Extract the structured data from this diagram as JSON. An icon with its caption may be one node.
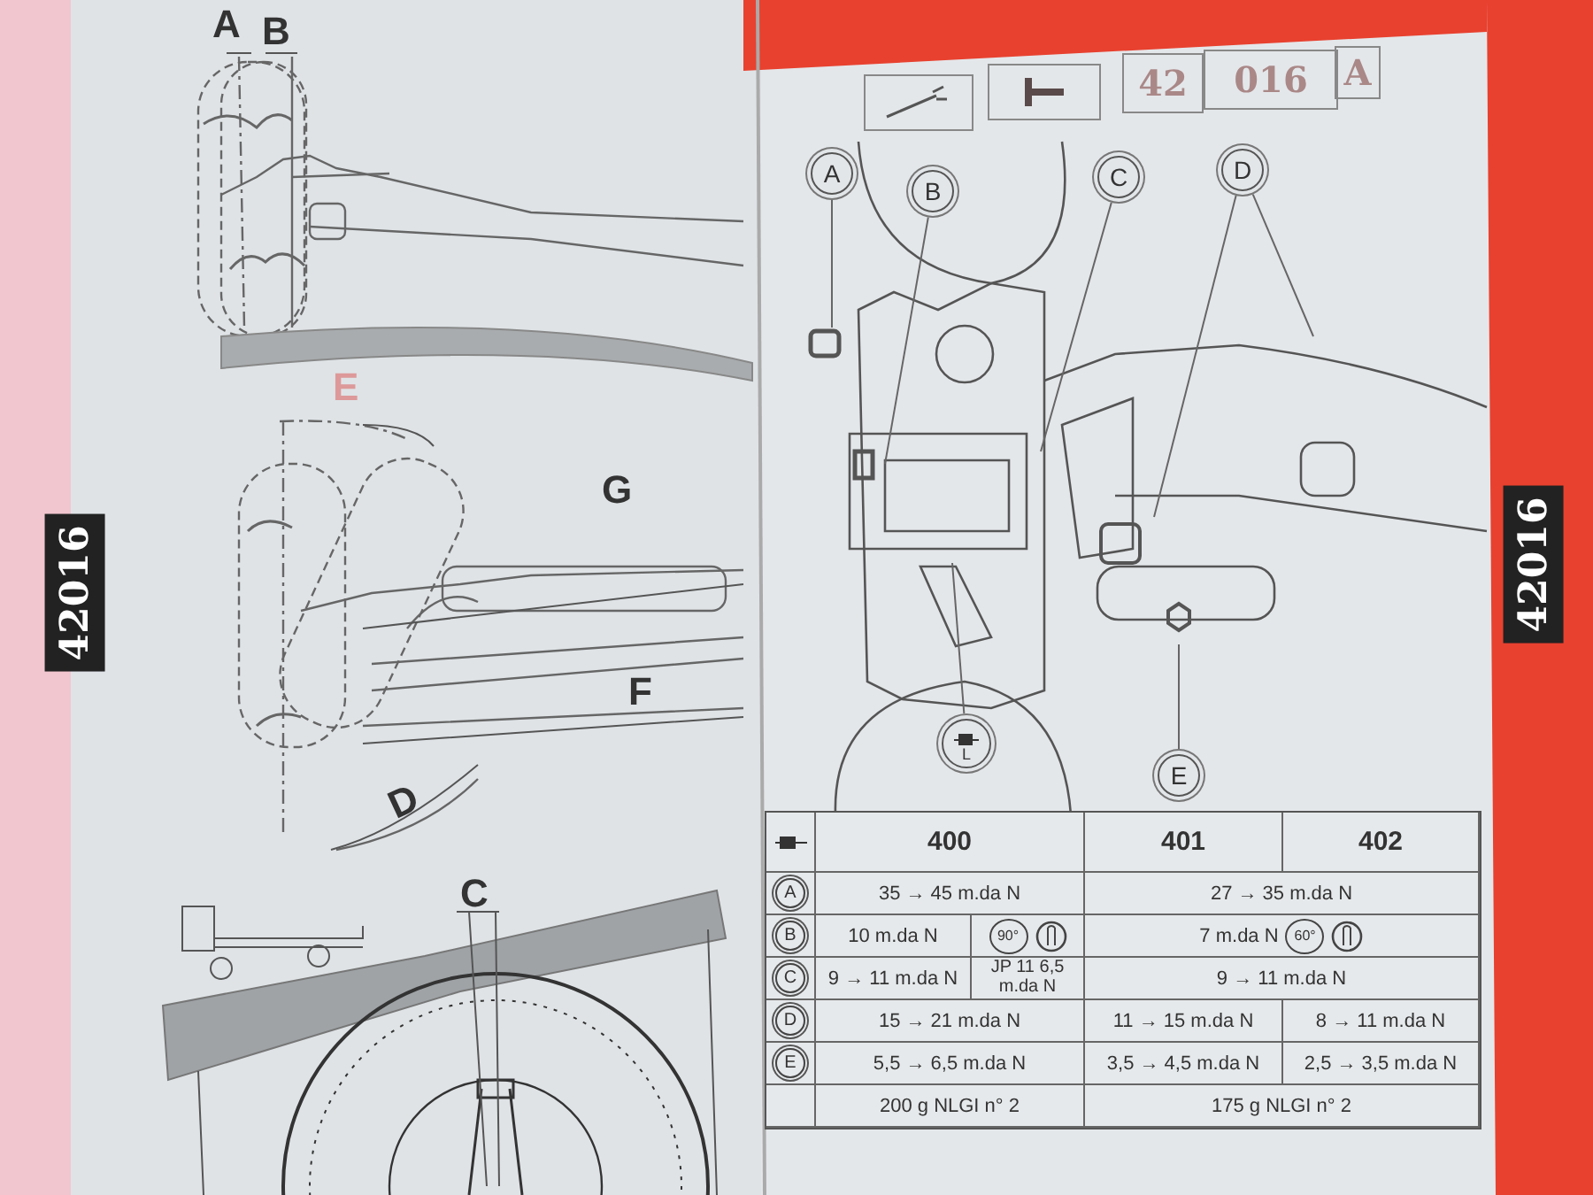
{
  "diagram": {
    "nodes": [
      {
        "text": [
          "A"
        ]
      },
      {
        "text": [
          "B"
        ]
      },
      {
        "text": [
          "C"
        ]
      },
      {
        "text": [
          "D"
        ]
      },
      {
        "text": [
          "E"
        ]
      },
      {
        "text": [
          "L"
        ]
      }
    ],
    "edges": [
      {
        "from": 0,
        "to": null,
        "arrow": "none"
      },
      {
        "from": 1,
        "to": null,
        "arrow": "none"
      },
      {
        "from": 2,
        "to": null,
        "arrow": "none"
      },
      {
        "from": 3,
        "to": null,
        "arrow": "none"
      },
      {
        "from": 3,
        "to": null,
        "arrow": "none"
      },
      {
        "from": 4,
        "to": null,
        "arrow": "none"
      },
      {
        "from": 5,
        "to": null,
        "arrow": "none"
      }
    ],
    "labels": [
      "42",
      "016",
      "A",
      "A",
      "B",
      "E",
      "G",
      "F",
      "D",
      "C",
      "42016",
      "42016",
      "400",
      "401",
      "402",
      "A",
      "35 → 45 m.da N",
      "27 → 35 m.da N",
      "B",
      "10 m.da N",
      "90°",
      "7 m.da N",
      "60°",
      "C",
      "9 → 11 m.da N",
      "JP 11 6,5 m.da N",
      "9 → 11 m.da N",
      "D",
      "15 → 21 m.da N",
      "11 → 15 m.da N",
      "8 → 11 m.da N",
      "E",
      "5,5 → 6,5 m.da N",
      "3,5 → 4,5 m.da N",
      "2,5 → 3,5 m.da N",
      "200 g NLGI n° 2",
      "175 g NLGI n° 2"
    ]
  }
}
